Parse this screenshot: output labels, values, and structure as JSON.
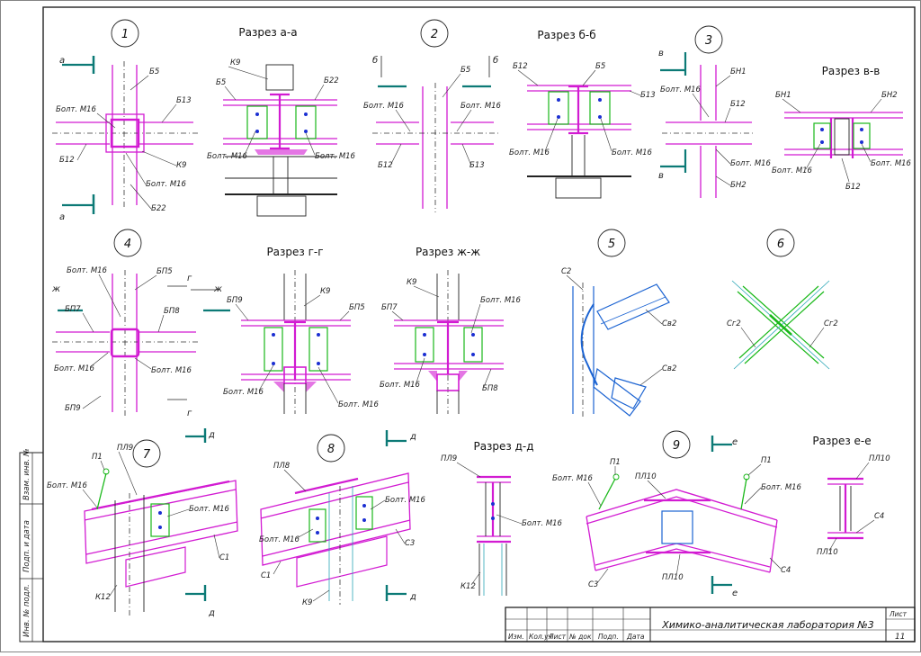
{
  "nodes": {
    "n1": "1",
    "n2": "2",
    "n3": "3",
    "n4": "4",
    "n5": "5",
    "n6": "6",
    "n7": "7",
    "n8": "8",
    "n9": "9"
  },
  "sections": {
    "aa": "Разрез а-а",
    "bb": "Разрез б-б",
    "vv": "Разрез в-в",
    "gg": "Разрез г-г",
    "zhzh": "Разрез ж-ж",
    "dd": "Разрез д-д",
    "ee": "Разрез е-е"
  },
  "marks": {
    "a": "а",
    "b": "б",
    "v": "в",
    "g": "г",
    "zh": "ж",
    "d": "д",
    "e": "е"
  },
  "labels": {
    "bolt": "Болт. М16",
    "b5": "Б5",
    "b13": "Б13",
    "b12": "Б12",
    "b22": "Б22",
    "k9": "К9",
    "bn1": "БН1",
    "bn2": "БН2",
    "bp5": "БП5",
    "bp7": "БП7",
    "bp8": "БП8",
    "bp9": "БП9",
    "s2": "С2",
    "sv2": "Св2",
    "sg2": "Сг2",
    "p1": "П1",
    "pl9": "ПЛ9",
    "pl8": "ПЛ8",
    "pl10": "ПЛ10",
    "s1": "С1",
    "s3": "С3",
    "s4": "С4",
    "k12": "К12"
  },
  "stamp": {
    "cols": [
      "Изм.",
      "Кол.уч",
      "Лист",
      "№ док",
      "Подп.",
      "Дата"
    ],
    "title": "Химико-аналитическая лаборатория №3",
    "sheet_label": "Лист",
    "sheet_no": "11"
  },
  "side_strip": {
    "f1": "Взам. инв. №",
    "f2": "Подп. и дата",
    "f3": "Инв. № подл."
  }
}
